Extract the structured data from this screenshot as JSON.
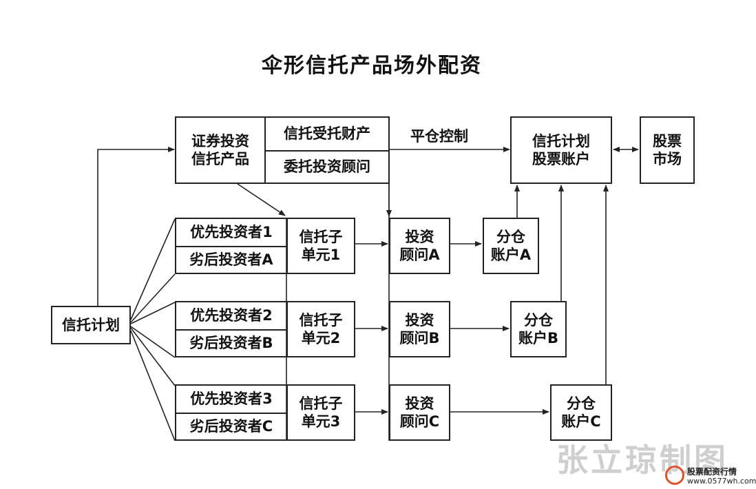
{
  "title": "伞形信托产品场外配资",
  "boxes": {
    "sec_product": "证券投资\n信托产品",
    "trust_property": "信托受托财产",
    "entrust_advisor": "委托投资顾问",
    "trust_plan_account": "信托计划\n股票账户",
    "stock_market": "股票\n市场",
    "trust_plan": "信托计划",
    "priority_1": "优先投资者1",
    "inferior_a": "劣后投资者A",
    "priority_2": "优先投资者2",
    "inferior_b": "劣后投资者B",
    "priority_3": "优先投资者3",
    "inferior_c": "劣后投资者C",
    "unit_1": "信托子\n单元1",
    "unit_2": "信托子\n单元2",
    "unit_3": "信托子\n单元3",
    "advisor_a": "投资\n顾问A",
    "advisor_b": "投资\n顾问B",
    "advisor_c": "投资\n顾问C",
    "sub_account_a": "分仓\n账户A",
    "sub_account_b": "分仓\n账户B",
    "sub_account_c": "分仓\n账户C"
  },
  "labels": {
    "liquidation_control": "平仓控制"
  },
  "watermark": {
    "text": "张立琼制图",
    "logo_name": "股票配资行情",
    "logo_url": "www.0577wh.com"
  }
}
